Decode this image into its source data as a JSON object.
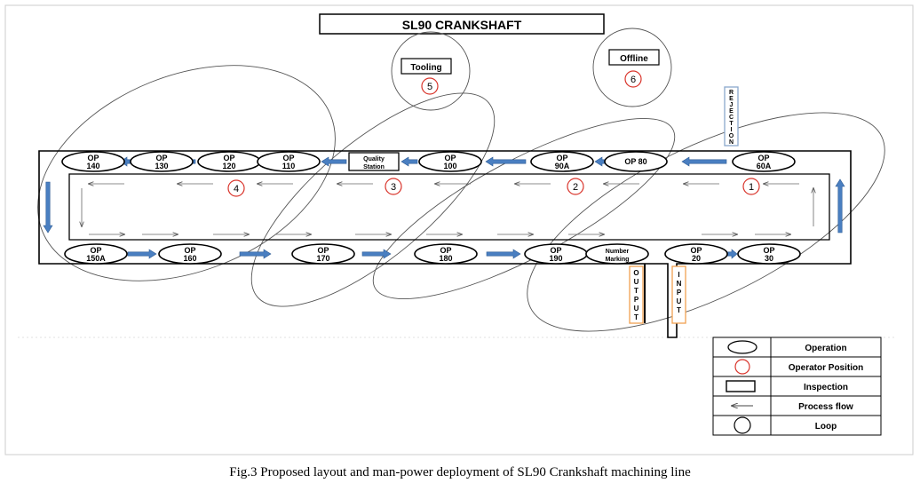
{
  "title": "SL90  CRANKSHAFT",
  "caption": "Fig.3 Proposed layout and man-power deployment of SL90 Crankshaft machining line",
  "colors": {
    "flow_arrow": "#4a7fc1",
    "operator": "#d9342b",
    "io_border": "#f0a050",
    "rejection_border": "#8aa8cc"
  },
  "stations": {
    "tooling": {
      "label": "Tooling",
      "number": "5"
    },
    "offline": {
      "label": "Offline",
      "number": "6"
    },
    "quality": {
      "line1": "Quality",
      "line2": "Station"
    }
  },
  "rejection_letters": [
    "R",
    "E",
    "J",
    "E",
    "C",
    "T",
    "I",
    "O",
    "N"
  ],
  "output_letters": [
    "O",
    "U",
    "T",
    "P",
    "U",
    "T"
  ],
  "input_letters": [
    "I",
    "N",
    "P",
    "U",
    "T"
  ],
  "top_ops": [
    {
      "top": "OP",
      "bot": "140"
    },
    {
      "top": "OP",
      "bot": "130"
    },
    {
      "top": "OP",
      "bot": "120"
    },
    {
      "top": "OP",
      "bot": "110"
    },
    {
      "top": "OP",
      "bot": "100"
    },
    {
      "top": "OP",
      "bot": "90A"
    },
    {
      "top": "OP 80",
      "bot": ""
    },
    {
      "top": "OP",
      "bot": "60A"
    }
  ],
  "bottom_ops": [
    {
      "top": "OP",
      "bot": "150A"
    },
    {
      "top": "OP",
      "bot": "160"
    },
    {
      "top": "OP",
      "bot": "170"
    },
    {
      "top": "OP",
      "bot": "180"
    },
    {
      "top": "OP",
      "bot": "190"
    },
    {
      "top": "Number",
      "bot": "Marking"
    },
    {
      "top": "OP",
      "bot": "20"
    },
    {
      "top": "OP",
      "bot": "30"
    }
  ],
  "operators": [
    "1",
    "2",
    "3",
    "4"
  ],
  "legend": [
    {
      "symbol": "operation-ellipse",
      "label": "Operation"
    },
    {
      "symbol": "operator-circle",
      "label": "Operator Position"
    },
    {
      "symbol": "inspection-rect",
      "label": "Inspection"
    },
    {
      "symbol": "process-flow-arrow",
      "label": "Process flow"
    },
    {
      "symbol": "loop-circle",
      "label": "Loop"
    }
  ]
}
